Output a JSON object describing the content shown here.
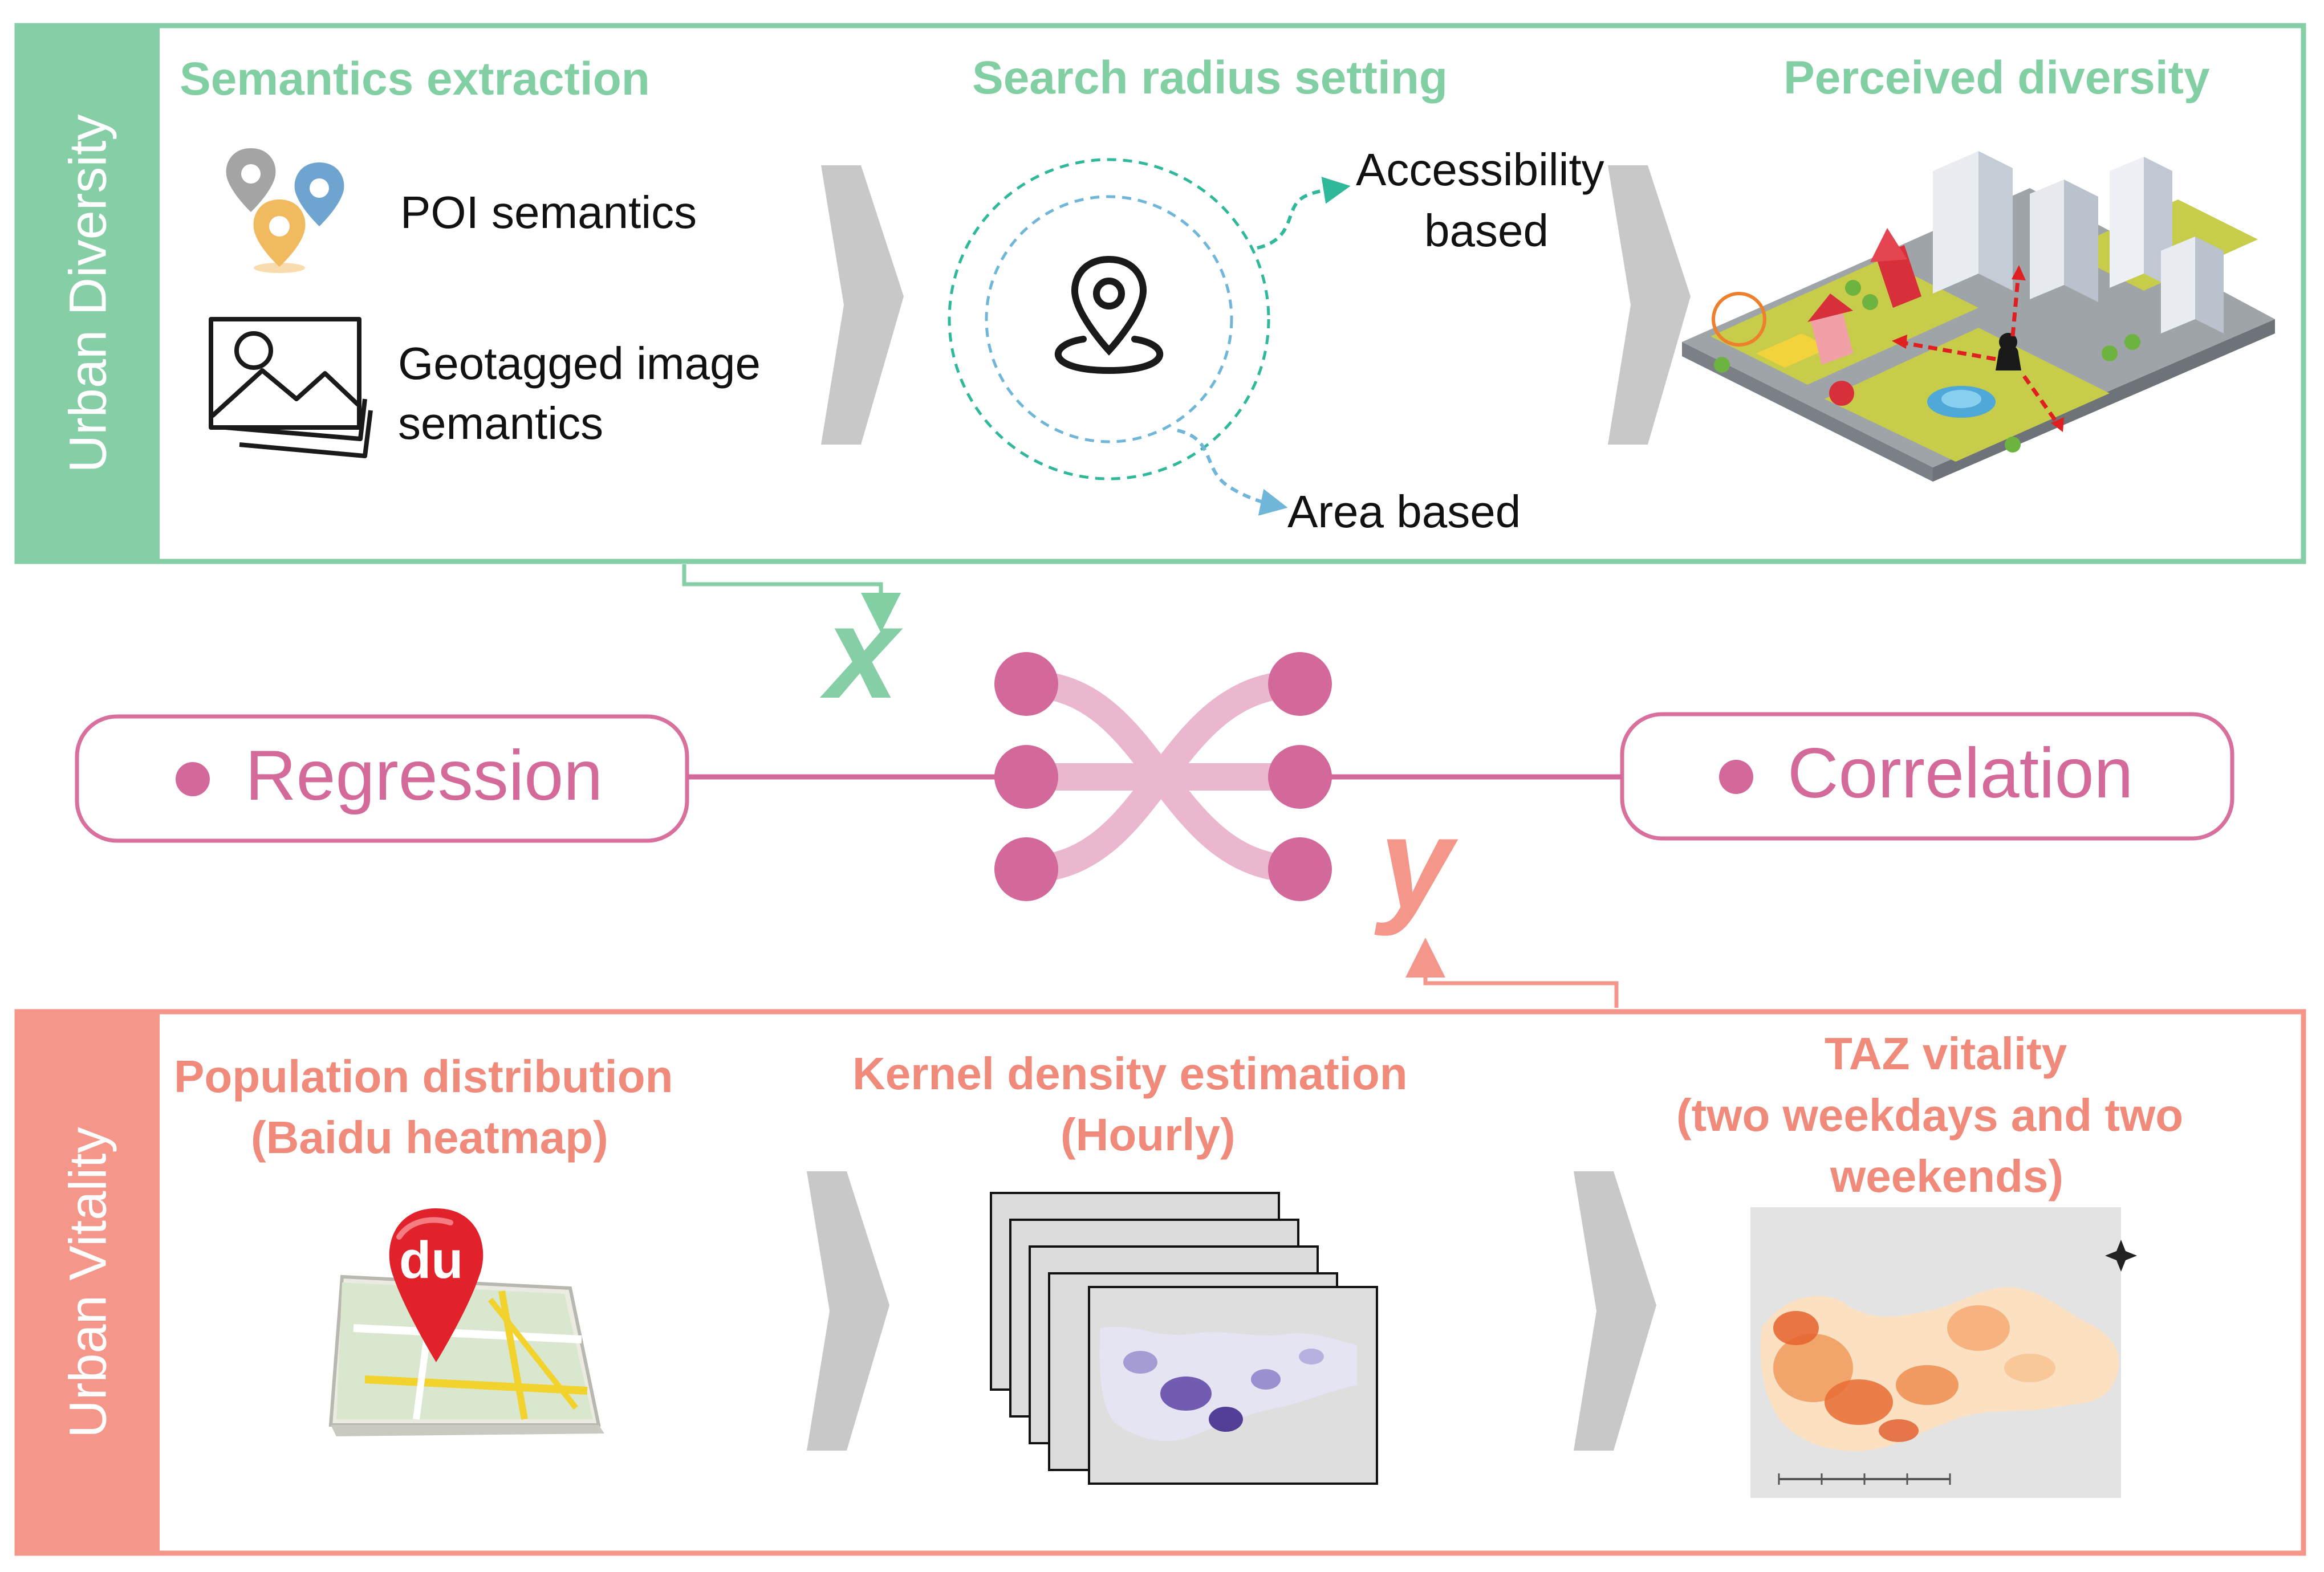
{
  "top_panel": {
    "side_label": "Urban Diversity",
    "col1_title": "Semantics extraction",
    "poi_label": "POI semantics",
    "image_label_line1": "Geotagged image",
    "image_label_line2": "semantics",
    "col2_title": "Search radius setting",
    "accessibility_line1": "Accessibility",
    "accessibility_line2": "based",
    "area_label": "Area based",
    "col3_title": "Perceived diversity"
  },
  "middle": {
    "x_var": "x",
    "y_var": "y",
    "left_pill": "Regression",
    "right_pill": "Correlation"
  },
  "bottom_panel": {
    "side_label": "Urban Vitality",
    "col1_line1": "Population distribution",
    "col1_line2": "(Baidu heatmap)",
    "baidu_logo_text": "du",
    "col2_line1": "Kernel density estimation",
    "col2_line2": "(Hourly)",
    "col3_line1": "TAZ vitality",
    "col3_line2": "(two weekdays and two",
    "col3_line3": "weekends)"
  },
  "colors": {
    "green": "#82cfa4",
    "salmon": "#f4978a",
    "pink": "#d36a9a",
    "arrow_gray": "#c8c8c8"
  }
}
